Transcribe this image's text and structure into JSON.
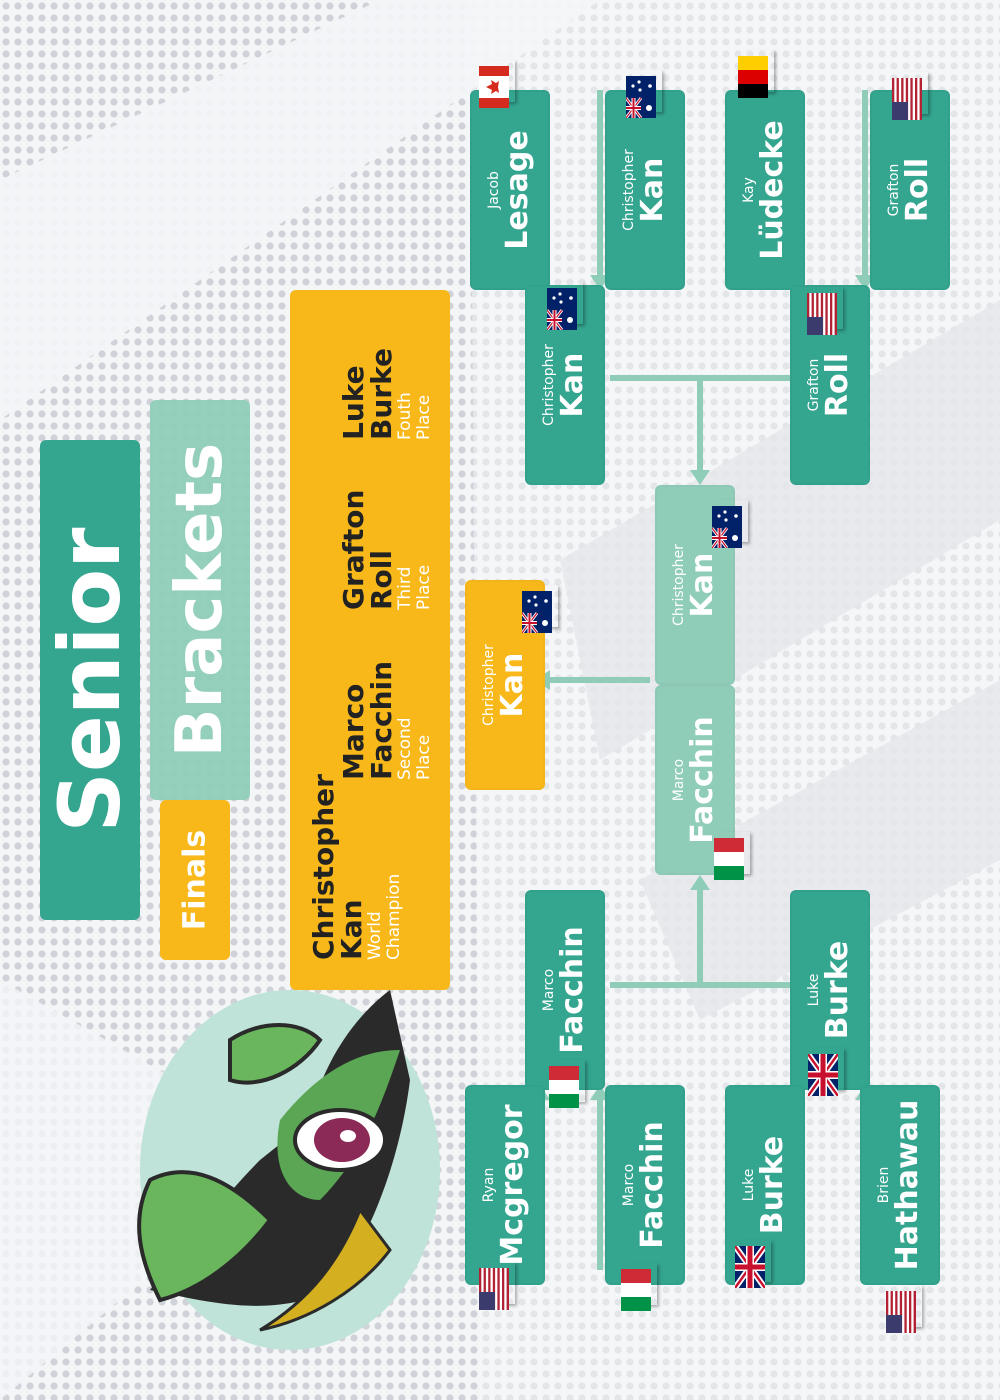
{
  "colors": {
    "teal": "#34a58f",
    "light_teal": "#8fcdb9",
    "gold": "#f8b81a",
    "background": "#f4f5f7"
  },
  "title": {
    "main": "Senior",
    "sub": "Brackets",
    "tag": "Finals"
  },
  "standings": [
    {
      "first": "Christopher",
      "last": "Kan",
      "place_1": "World",
      "place_2": "Champion"
    },
    {
      "first": "Marco",
      "last": "Facchin",
      "place_1": "Second",
      "place_2": "Place"
    },
    {
      "first": "Grafton",
      "last": "Roll",
      "place_1": "Third",
      "place_2": "Place"
    },
    {
      "first": "Luke",
      "last": "Burke",
      "place_1": "Fouth",
      "place_2": "Place"
    }
  ],
  "champion": {
    "first": "Christopher",
    "last": "Kan",
    "flag": "australia-flag"
  },
  "final_match": [
    {
      "first": "Christopher",
      "last": "Kan",
      "flag": "australia-flag"
    },
    {
      "first": "Marco",
      "last": "Facchin",
      "flag": "italy-flag"
    }
  ],
  "semifinals": [
    {
      "first": "Christopher",
      "last": "Kan",
      "flag": "australia-flag"
    },
    {
      "first": "Grafton",
      "last": "Roll",
      "flag": "usa-flag"
    },
    {
      "first": "Marco",
      "last": "Facchin",
      "flag": "italy-flag"
    },
    {
      "first": "Luke",
      "last": "Burke",
      "flag": "uk-flag"
    }
  ],
  "quarterfinals": [
    {
      "first": "Jacob",
      "last": "Lesage",
      "flag": "canada-flag"
    },
    {
      "first": "Christopher",
      "last": "Kan",
      "flag": "australia-flag"
    },
    {
      "first": "Kay",
      "last": "Lüdecke",
      "flag": "germany-flag"
    },
    {
      "first": "Grafton",
      "last": "Roll",
      "flag": "usa-flag"
    },
    {
      "first": "Ryan",
      "last": "Mcgregor",
      "flag": "usa-flag"
    },
    {
      "first": "Marco",
      "last": "Facchin",
      "flag": "italy-flag"
    },
    {
      "first": "Luke",
      "last": "Burke",
      "flag": "uk-flag"
    },
    {
      "first": "Brien",
      "last": "Hathawau",
      "flag": "usa-flag"
    }
  ]
}
